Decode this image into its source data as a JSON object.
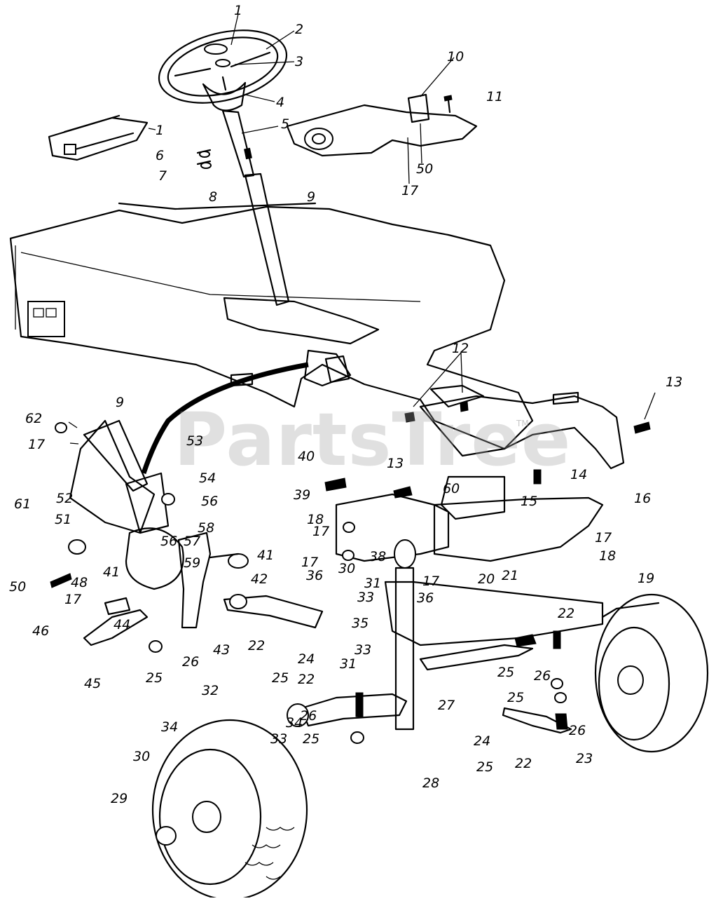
{
  "watermark": {
    "text": "PartsTree",
    "mark": "TM"
  },
  "callouts": [
    {
      "id": "c1",
      "text": "1"
    },
    {
      "id": "c2",
      "text": "2"
    },
    {
      "id": "c3",
      "text": "3"
    },
    {
      "id": "c4",
      "text": "4"
    },
    {
      "id": "c5",
      "text": "5"
    },
    {
      "id": "c1b",
      "text": "1"
    },
    {
      "id": "c6",
      "text": "6"
    },
    {
      "id": "c7",
      "text": "7"
    },
    {
      "id": "c8",
      "text": "8"
    },
    {
      "id": "c9",
      "text": "9"
    },
    {
      "id": "c10",
      "text": "10"
    },
    {
      "id": "c11",
      "text": "11"
    },
    {
      "id": "c50",
      "text": "50"
    },
    {
      "id": "c17",
      "text": "17"
    },
    {
      "id": "c12",
      "text": "12"
    },
    {
      "id": "c13",
      "text": "13"
    },
    {
      "id": "c9b",
      "text": "9"
    },
    {
      "id": "c62",
      "text": "62"
    },
    {
      "id": "c17b",
      "text": "17"
    },
    {
      "id": "c53",
      "text": "53"
    },
    {
      "id": "c54",
      "text": "54"
    },
    {
      "id": "c56",
      "text": "56"
    },
    {
      "id": "c61",
      "text": "61"
    },
    {
      "id": "c52",
      "text": "52"
    },
    {
      "id": "c51",
      "text": "51"
    },
    {
      "id": "c40",
      "text": "40"
    },
    {
      "id": "c13b",
      "text": "13"
    },
    {
      "id": "c60",
      "text": "60"
    },
    {
      "id": "c14",
      "text": "14"
    },
    {
      "id": "c39",
      "text": "39"
    },
    {
      "id": "c15",
      "text": "15"
    },
    {
      "id": "c16",
      "text": "16"
    },
    {
      "id": "c18",
      "text": "18"
    },
    {
      "id": "c17c",
      "text": "17"
    },
    {
      "id": "c56b",
      "text": "56"
    },
    {
      "id": "c57",
      "text": "57"
    },
    {
      "id": "c58",
      "text": "58"
    },
    {
      "id": "c59",
      "text": "59"
    },
    {
      "id": "c41",
      "text": "41"
    },
    {
      "id": "c41b",
      "text": "41"
    },
    {
      "id": "c42",
      "text": "42"
    },
    {
      "id": "c50b",
      "text": "50"
    },
    {
      "id": "c48",
      "text": "48"
    },
    {
      "id": "c17d",
      "text": "17"
    },
    {
      "id": "c36",
      "text": "36"
    },
    {
      "id": "c30",
      "text": "30"
    },
    {
      "id": "c38",
      "text": "38"
    },
    {
      "id": "c17e",
      "text": "17"
    },
    {
      "id": "c17f",
      "text": "17"
    },
    {
      "id": "c18b",
      "text": "18"
    },
    {
      "id": "c20",
      "text": "20"
    },
    {
      "id": "c21",
      "text": "21"
    },
    {
      "id": "c31",
      "text": "31"
    },
    {
      "id": "c33",
      "text": "33"
    },
    {
      "id": "c36b",
      "text": "36"
    },
    {
      "id": "c19",
      "text": "19"
    },
    {
      "id": "c17g",
      "text": "17"
    },
    {
      "id": "c46",
      "text": "46"
    },
    {
      "id": "c44",
      "text": "44"
    },
    {
      "id": "c35",
      "text": "35"
    },
    {
      "id": "c22",
      "text": "22"
    },
    {
      "id": "c22b",
      "text": "22"
    },
    {
      "id": "c43",
      "text": "43"
    },
    {
      "id": "c26",
      "text": "26"
    },
    {
      "id": "c24",
      "text": "24"
    },
    {
      "id": "c45",
      "text": "45"
    },
    {
      "id": "c25",
      "text": "25"
    },
    {
      "id": "c25b",
      "text": "25"
    },
    {
      "id": "c33b",
      "text": "33"
    },
    {
      "id": "c31b",
      "text": "31"
    },
    {
      "id": "c25c",
      "text": "25"
    },
    {
      "id": "c26b",
      "text": "26"
    },
    {
      "id": "c22c",
      "text": "22"
    },
    {
      "id": "c27",
      "text": "27"
    },
    {
      "id": "c25d",
      "text": "25"
    },
    {
      "id": "c32",
      "text": "32"
    },
    {
      "id": "c26c",
      "text": "26"
    },
    {
      "id": "c34",
      "text": "34"
    },
    {
      "id": "c34b",
      "text": "34"
    },
    {
      "id": "c25e",
      "text": "25"
    },
    {
      "id": "c26d",
      "text": "26"
    },
    {
      "id": "c33c",
      "text": "33"
    },
    {
      "id": "c30b",
      "text": "30"
    },
    {
      "id": "c24b",
      "text": "24"
    },
    {
      "id": "c28",
      "text": "28"
    },
    {
      "id": "c25f",
      "text": "25"
    },
    {
      "id": "c22d",
      "text": "22"
    },
    {
      "id": "c23",
      "text": "23"
    },
    {
      "id": "c29",
      "text": "29"
    }
  ]
}
